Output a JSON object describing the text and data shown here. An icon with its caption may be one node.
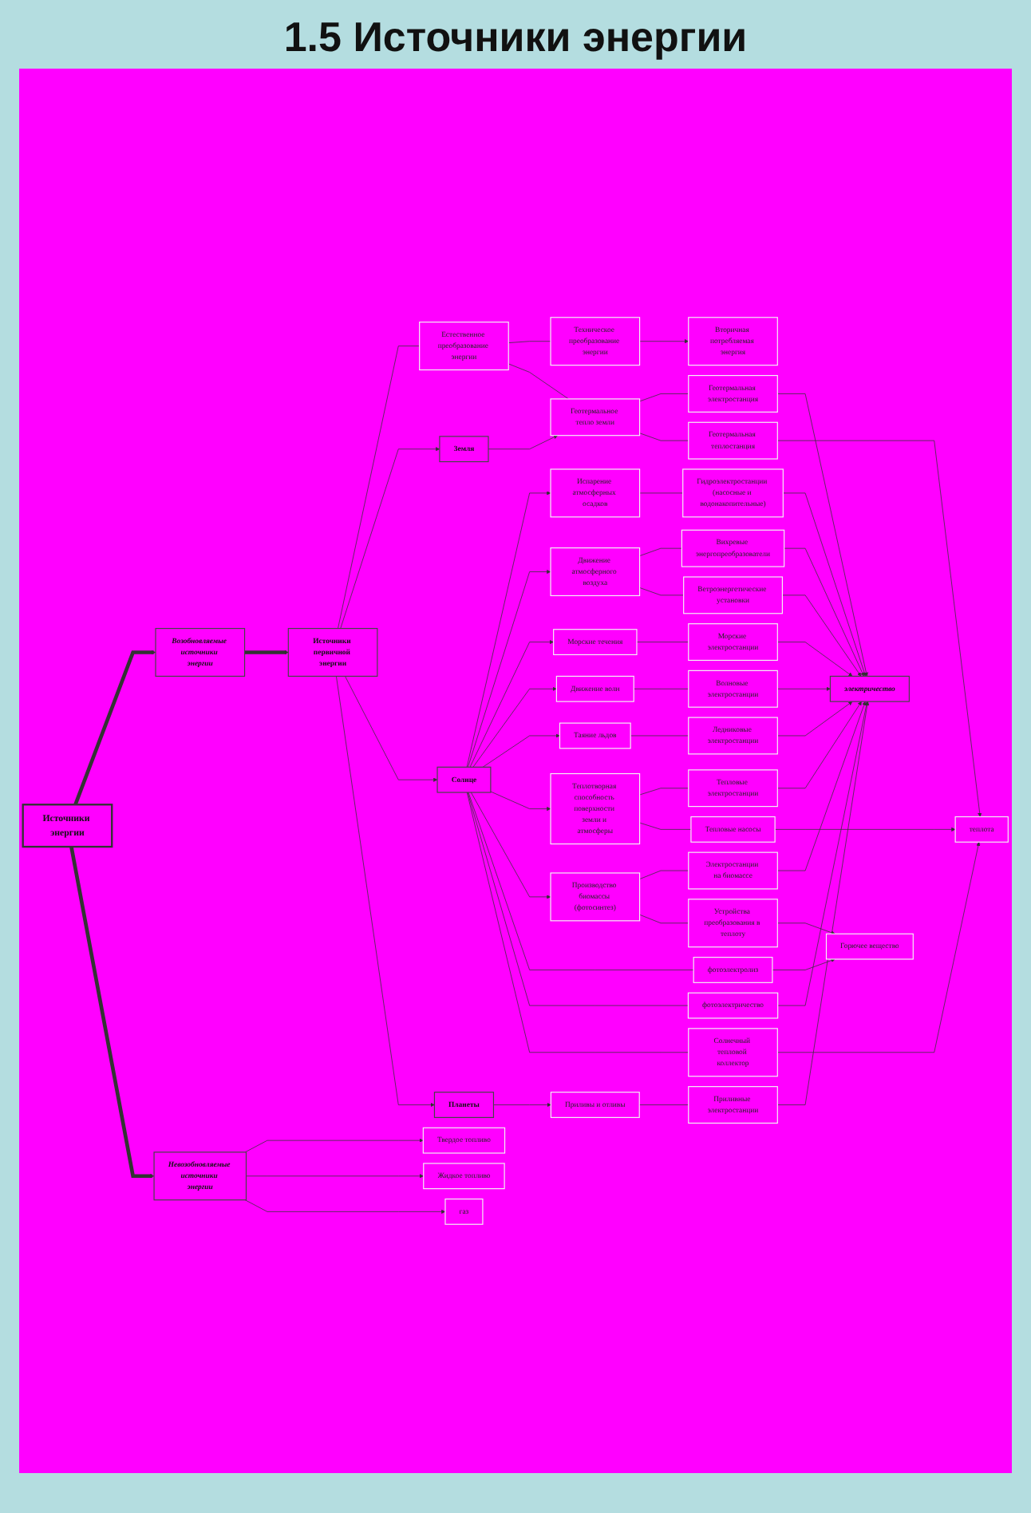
{
  "diagram": {
    "title": "1.5 Источники энергии",
    "nodes": [
      {
        "text": [
          "Источники энергии"
        ]
      },
      {
        "text": [
          "Возобновляемые источники энергии"
        ]
      },
      {
        "text": [
          "Невозобновляемые источники энергии"
        ]
      },
      {
        "text": [
          "Твердое топливо"
        ]
      },
      {
        "text": [
          "Жидкое топливо"
        ]
      },
      {
        "text": [
          "газ"
        ]
      },
      {
        "text": [
          "Источники первичной энергии"
        ]
      },
      {
        "text": [
          "Естественное преобразование энергии"
        ]
      },
      {
        "text": [
          "Техническое преобразование энергии"
        ]
      },
      {
        "text": [
          "Вторичная потребляемая энергия"
        ]
      },
      {
        "text": [
          "Земля"
        ]
      },
      {
        "text": [
          "Солнце"
        ]
      },
      {
        "text": [
          "Планеты"
        ]
      },
      {
        "text": [
          "Геотермальное тепло земли"
        ]
      },
      {
        "text": [
          "Испарение атмосферных осадков"
        ]
      },
      {
        "text": [
          "Движение атмосферного воздуха"
        ]
      },
      {
        "text": [
          "Морские течения"
        ]
      },
      {
        "text": [
          "Движение волн"
        ]
      },
      {
        "text": [
          "Таяние льдов"
        ]
      },
      {
        "text": [
          "Теплотворная способность поверхности земли и атмосферы"
        ]
      },
      {
        "text": [
          "Производство биомассы (фотосинтез)"
        ]
      },
      {
        "text": [
          "Приливы и отливы"
        ]
      },
      {
        "text": [
          "Геотермальная электростанция"
        ]
      },
      {
        "text": [
          "Геотермальная теплостанция"
        ]
      },
      {
        "text": [
          "Гидроэлектростанции (насосные и водонакопительные)"
        ]
      },
      {
        "text": [
          "Вихревые энергопреобразователи"
        ]
      },
      {
        "text": [
          "Ветроэнергетические установки"
        ]
      },
      {
        "text": [
          "Морские электростанции"
        ]
      },
      {
        "text": [
          "Волновые электростанции"
        ]
      },
      {
        "text": [
          "Ледниковые электростанции"
        ]
      },
      {
        "text": [
          "Тепловые электростанции"
        ]
      },
      {
        "text": [
          "Тепловые насосы"
        ]
      },
      {
        "text": [
          "Электростанции на биомассе"
        ]
      },
      {
        "text": [
          "Устройства преобразования в теплоту"
        ]
      },
      {
        "text": [
          "фотоэлектролиз"
        ]
      },
      {
        "text": [
          "фотоэлектричество"
        ]
      },
      {
        "text": [
          "Солнечный тепловой коллектор"
        ]
      },
      {
        "text": [
          "Приливные электростанции"
        ]
      },
      {
        "text": [
          "электричество"
        ]
      },
      {
        "text": [
          "теплота"
        ]
      },
      {
        "text": [
          "Горючее вещество"
        ]
      }
    ],
    "edges": [
      {
        "from": 0,
        "to": 1,
        "arrow": "to",
        "style": "thick"
      },
      {
        "from": 0,
        "to": 2,
        "arrow": "to",
        "style": "thick"
      },
      {
        "from": 1,
        "to": 6,
        "arrow": "to",
        "style": "thick"
      },
      {
        "from": 2,
        "to": 3,
        "arrow": "to"
      },
      {
        "from": 2,
        "to": 4,
        "arrow": "to"
      },
      {
        "from": 2,
        "to": 5,
        "arrow": "to"
      },
      {
        "from": 6,
        "to": 7,
        "arrow": "none"
      },
      {
        "from": 7,
        "to": 8,
        "arrow": "none"
      },
      {
        "from": 8,
        "to": 9,
        "arrow": "to"
      },
      {
        "from": 6,
        "to": 10,
        "arrow": "to"
      },
      {
        "from": 6,
        "to": 11,
        "arrow": "to"
      },
      {
        "from": 6,
        "to": 12,
        "arrow": "to"
      },
      {
        "from": 10,
        "to": 13,
        "arrow": "to"
      },
      {
        "from": 11,
        "to": 14,
        "arrow": "to"
      },
      {
        "from": 11,
        "to": 15,
        "arrow": "to"
      },
      {
        "from": 11,
        "to": 16,
        "arrow": "to"
      },
      {
        "from": 11,
        "to": 17,
        "arrow": "to"
      },
      {
        "from": 11,
        "to": 18,
        "arrow": "to"
      },
      {
        "from": 11,
        "to": 19,
        "arrow": "to"
      },
      {
        "from": 11,
        "to": 20,
        "arrow": "to"
      },
      {
        "from": 12,
        "to": 21,
        "arrow": "to"
      },
      {
        "from": 7,
        "to": 13,
        "arrow": "none"
      },
      {
        "from": 13,
        "to": 22,
        "arrow": "none"
      },
      {
        "from": 13,
        "to": 23,
        "arrow": "none"
      },
      {
        "from": 14,
        "to": 24,
        "arrow": "none"
      },
      {
        "from": 15,
        "to": 25,
        "arrow": "none"
      },
      {
        "from": 15,
        "to": 26,
        "arrow": "none"
      },
      {
        "from": 16,
        "to": 27,
        "arrow": "none"
      },
      {
        "from": 17,
        "to": 28,
        "arrow": "none"
      },
      {
        "from": 18,
        "to": 29,
        "arrow": "none"
      },
      {
        "from": 19,
        "to": 30,
        "arrow": "none"
      },
      {
        "from": 19,
        "to": 31,
        "arrow": "none"
      },
      {
        "from": 20,
        "to": 32,
        "arrow": "none"
      },
      {
        "from": 20,
        "to": 33,
        "arrow": "none"
      },
      {
        "from": 11,
        "to": 34,
        "arrow": "none"
      },
      {
        "from": 11,
        "to": 35,
        "arrow": "none"
      },
      {
        "from": 11,
        "to": 36,
        "arrow": "none"
      },
      {
        "from": 21,
        "to": 37,
        "arrow": "none"
      },
      {
        "from": 22,
        "to": 38,
        "arrow": "to"
      },
      {
        "from": 23,
        "to": 39,
        "arrow": "to"
      },
      {
        "from": 24,
        "to": 38,
        "arrow": "to"
      },
      {
        "from": 25,
        "to": 38,
        "arrow": "to"
      },
      {
        "from": 26,
        "to": 38,
        "arrow": "to"
      },
      {
        "from": 27,
        "to": 38,
        "arrow": "to"
      },
      {
        "from": 28,
        "to": 38,
        "arrow": "to"
      },
      {
        "from": 29,
        "to": 38,
        "arrow": "to"
      },
      {
        "from": 30,
        "to": 38,
        "arrow": "to"
      },
      {
        "from": 31,
        "to": 39,
        "arrow": "to"
      },
      {
        "from": 32,
        "to": 38,
        "arrow": "to"
      },
      {
        "from": 33,
        "to": 40,
        "arrow": "to"
      },
      {
        "from": 34,
        "to": 40,
        "arrow": "to"
      },
      {
        "from": 35,
        "to": 38,
        "arrow": "to"
      },
      {
        "from": 36,
        "to": 39,
        "arrow": "to"
      },
      {
        "from": 37,
        "to": 38,
        "arrow": "to"
      }
    ]
  }
}
